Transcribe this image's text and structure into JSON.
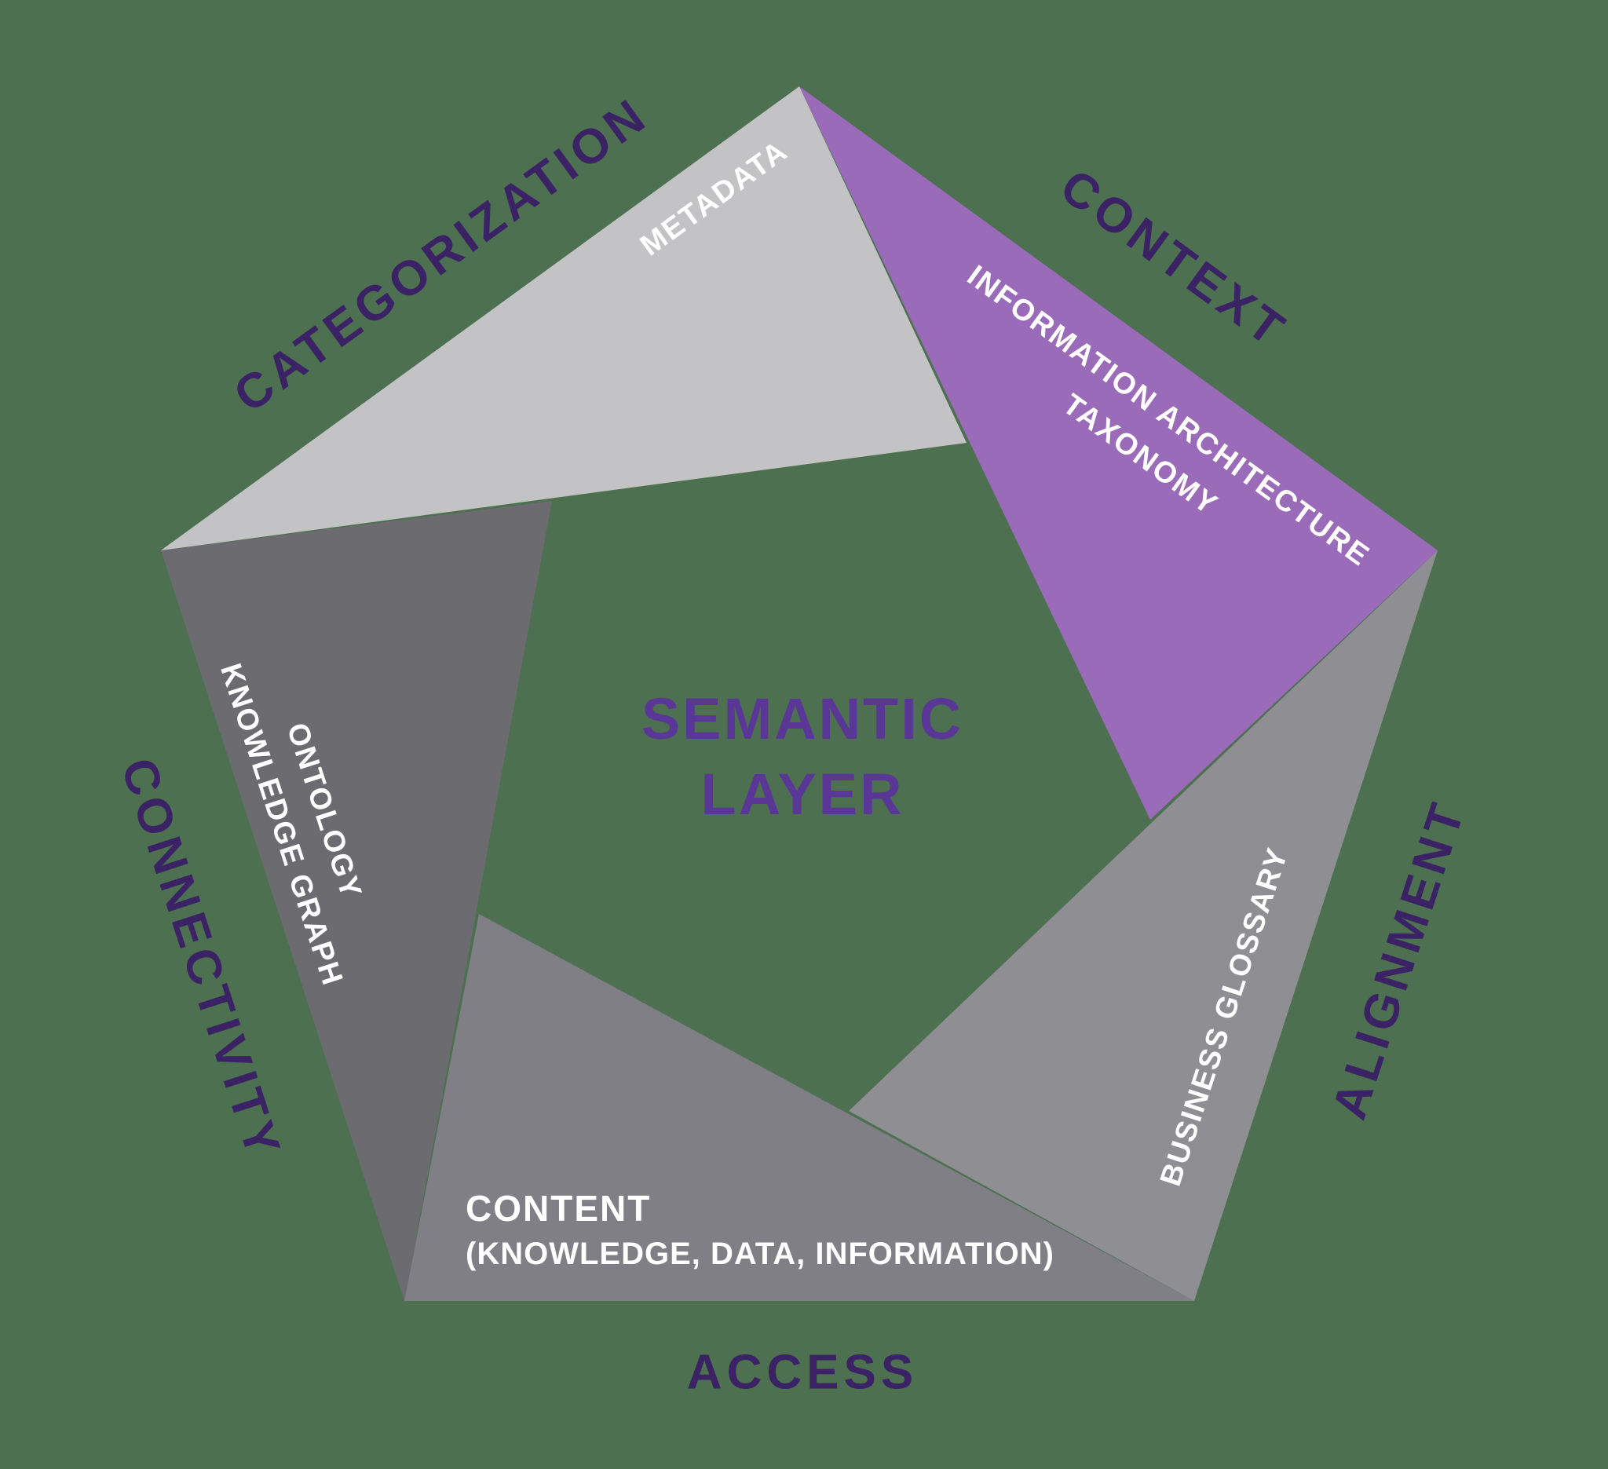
{
  "diagram": {
    "title_lines": [
      "SEMANTIC",
      "LAYER"
    ],
    "segments": [
      {
        "name": "categorization",
        "outer_label": "CATEGORIZATION",
        "inner_lines": [
          "METADATA"
        ]
      },
      {
        "name": "context",
        "outer_label": "CONTEXT",
        "inner_lines": [
          "INFORMATION ARCHITECTURE",
          "TAXONOMY"
        ]
      },
      {
        "name": "alignment",
        "outer_label": "ALIGNMENT",
        "inner_lines": [
          "BUSINESS GLOSSARY"
        ]
      },
      {
        "name": "access",
        "outer_label": "ACCESS",
        "inner_lines": [
          "CONTENT",
          "(KNOWLEDGE, DATA, INFORMATION)"
        ]
      },
      {
        "name": "connectivity",
        "outer_label": "CONNECTIVITY",
        "inner_lines": [
          "ONTOLOGY",
          "KNOWLEDGE GRAPH"
        ]
      }
    ],
    "colors": {
      "background": "#4c7050",
      "metadata_triangle": "#c3c3c5",
      "taxonomy_triangle": "#9a6bb8",
      "glossary_triangle": "#8e8e93",
      "content_triangle": "#7f7f85",
      "ontology_triangle": "#6c6c70",
      "outer_label_text": "#3a2264",
      "title_text": "#5a3696",
      "inner_label_text": "#ffffff"
    }
  }
}
